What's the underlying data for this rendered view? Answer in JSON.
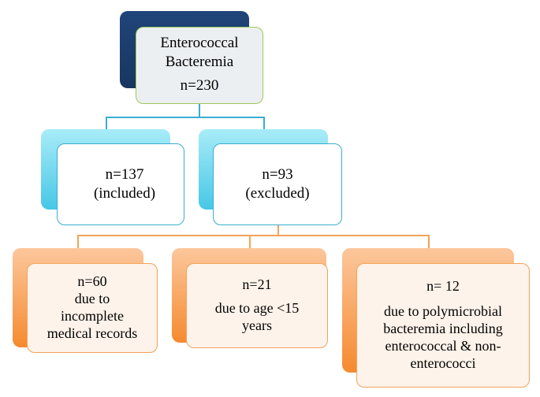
{
  "root": {
    "lines": [
      "Enterococcal",
      "Bacteremia",
      "n=230"
    ]
  },
  "included": {
    "lines": [
      "n=137",
      "(included)"
    ]
  },
  "excluded": {
    "lines": [
      "n=93",
      "(excluded)"
    ]
  },
  "exclusions": [
    {
      "lines": [
        "n=60",
        "due to",
        "incomplete",
        "medical records"
      ]
    },
    {
      "lines": [
        "n=21",
        "due to age <15",
        "years"
      ]
    },
    {
      "lines": [
        "n= 12",
        "due to polymicrobial",
        "bacteremia including",
        "enterococcal & non-",
        "enterococci"
      ]
    }
  ],
  "colors": {
    "root_shadow": "#1e4273",
    "root_border": "#9cc85a",
    "blue_accent": "#3aaed0",
    "orange_accent": "#f3a35a",
    "orange_fill": "#fef3ea"
  }
}
